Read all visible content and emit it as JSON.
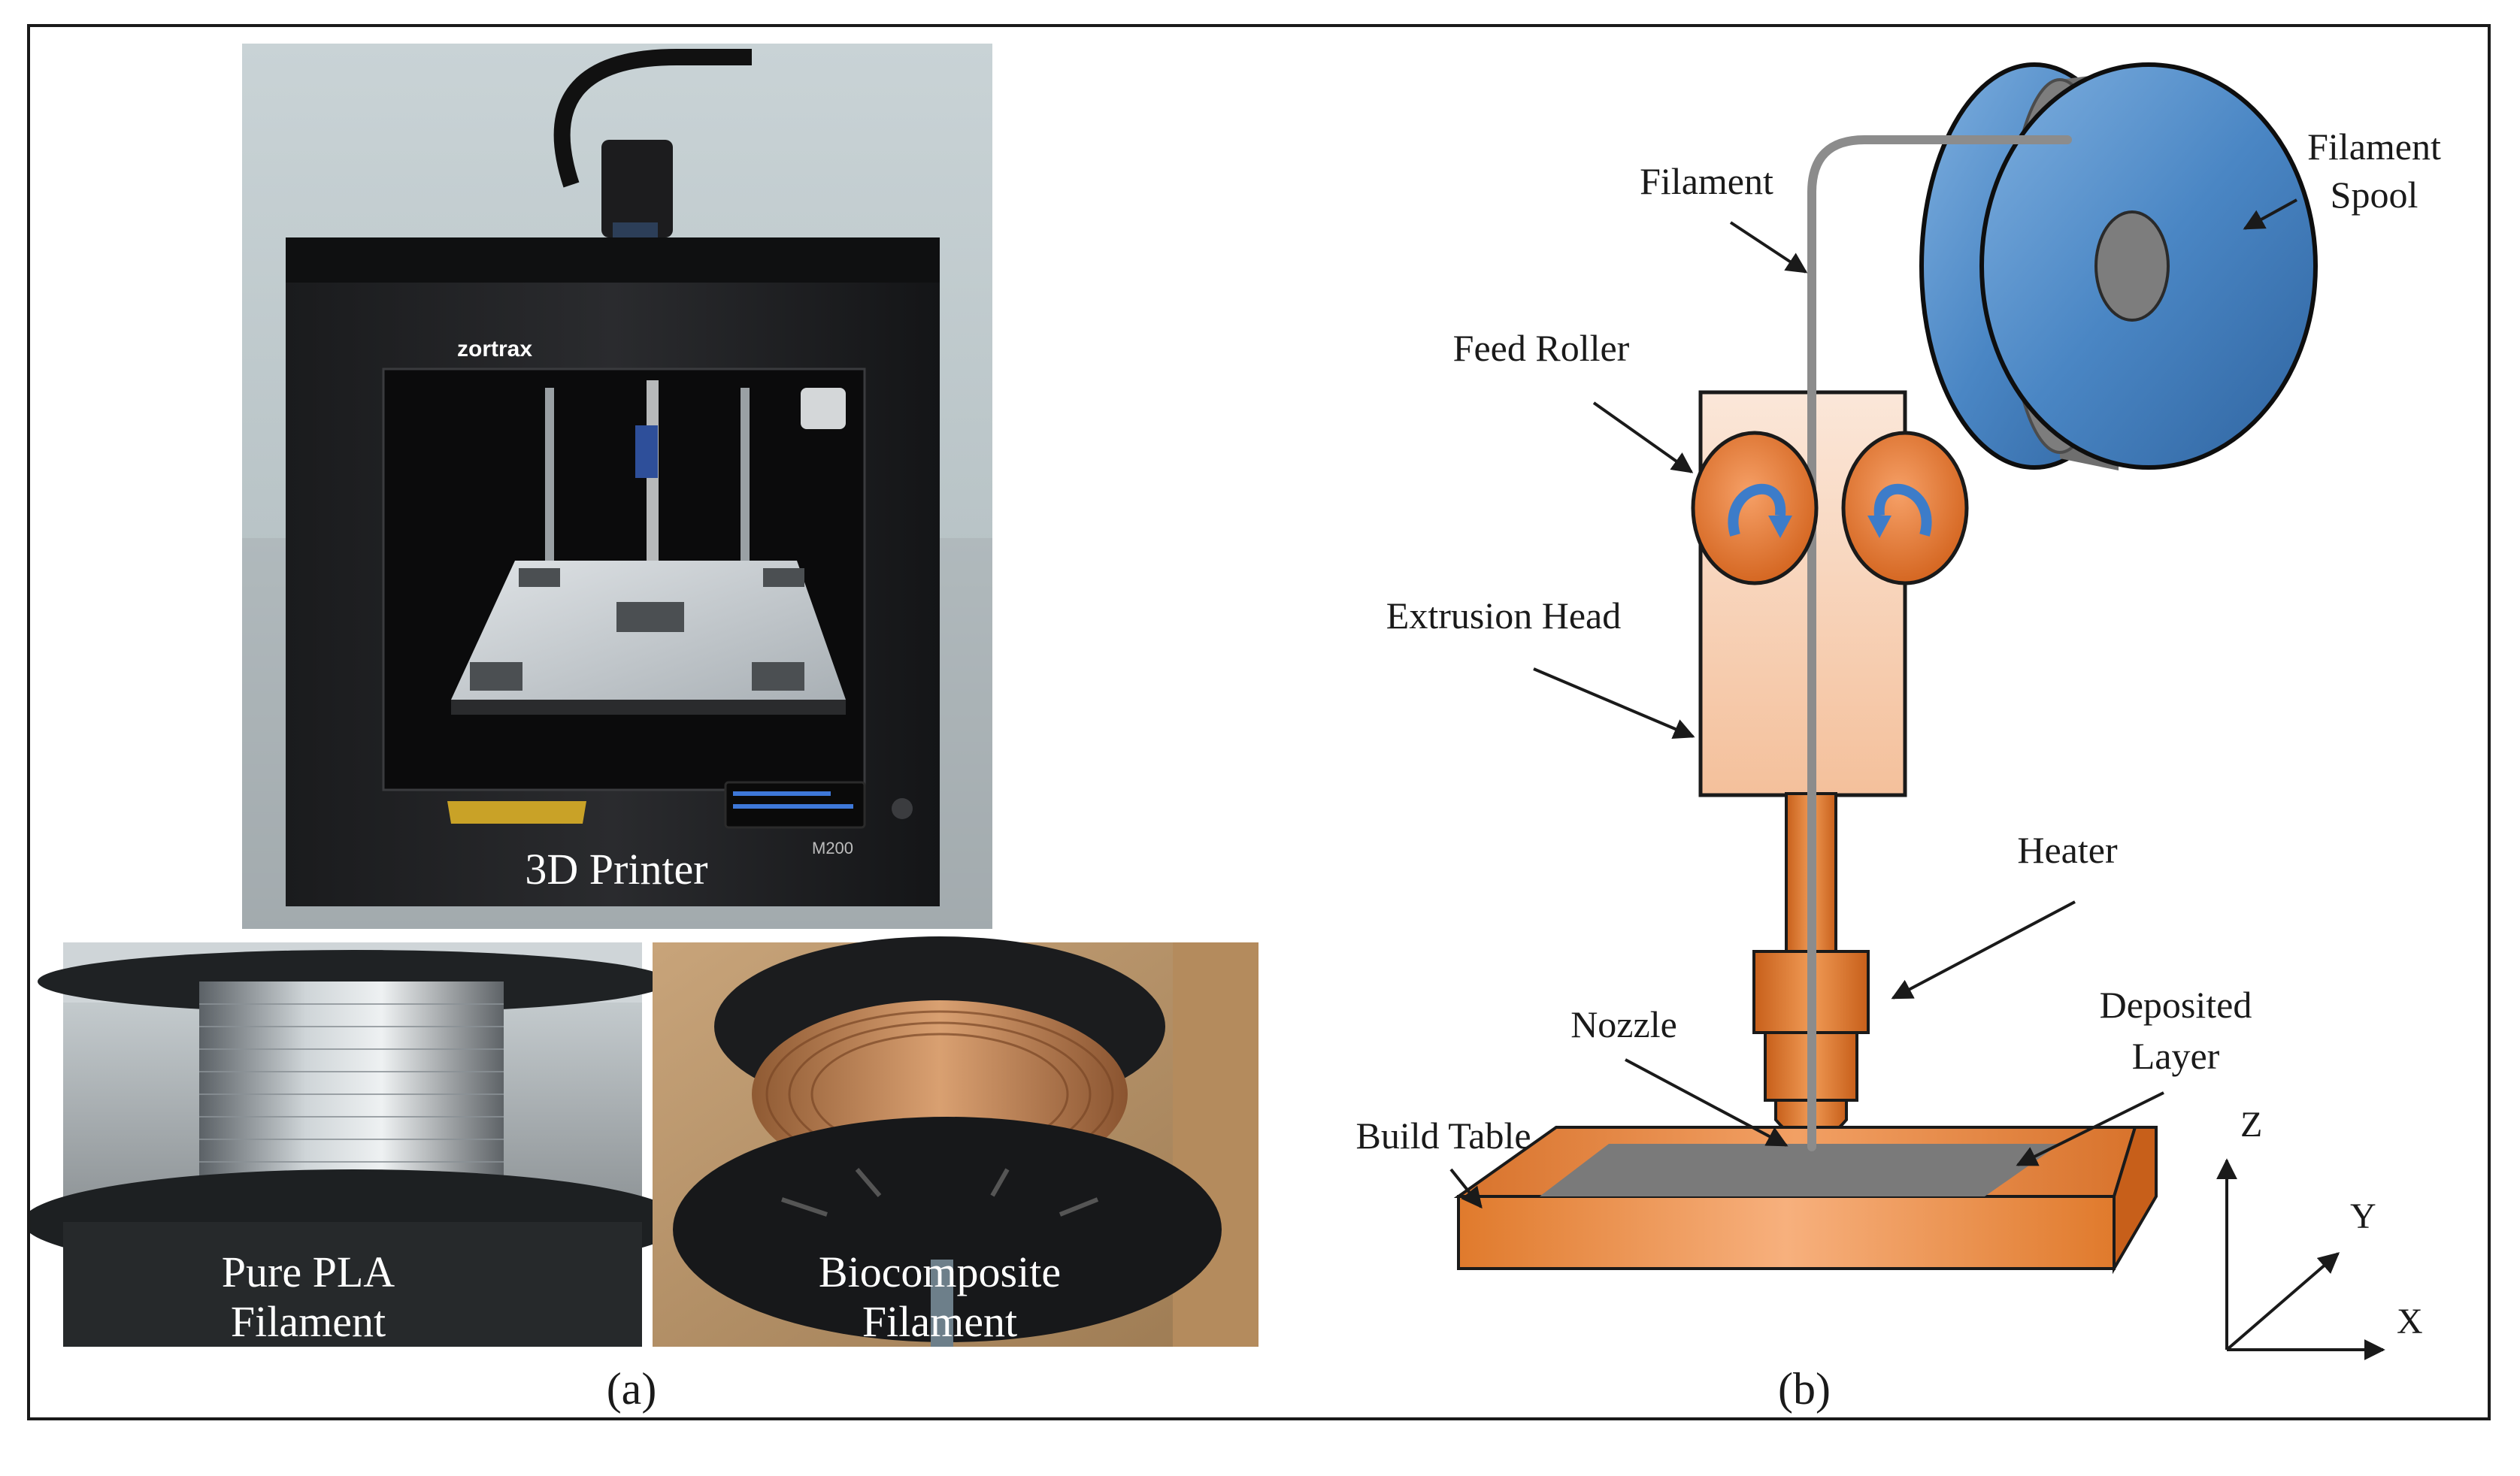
{
  "panel_a": {
    "caption": "(a)",
    "printer_photo": {
      "label": "3D Printer",
      "brand_text": "zortrax",
      "model_text": "M200"
    },
    "pla_photo": {
      "label_line1": "Pure PLA",
      "label_line2": "Filament"
    },
    "bio_photo": {
      "label_line1": "Biocomposite",
      "label_line2": "Filament"
    }
  },
  "panel_b": {
    "caption": "(b)",
    "labels": {
      "filament": "Filament",
      "filament_spool_1": "Filament",
      "filament_spool_2": "Spool",
      "feed_roller": "Feed Roller",
      "extrusion_head": "Extrusion Head",
      "heater": "Heater",
      "nozzle": "Nozzle",
      "deposited_layer_1": "Deposited",
      "deposited_layer_2": "Layer",
      "build_table": "Build Table"
    },
    "axes": {
      "z": "Z",
      "y": "Y",
      "x": "X"
    },
    "colors": {
      "spool_blue": "#3f78b5",
      "copper": "#e07a2c",
      "head_fill": "#f6c9a8",
      "filament_gray": "#8c8c8c",
      "layer_gray": "#7a7a7a"
    }
  }
}
